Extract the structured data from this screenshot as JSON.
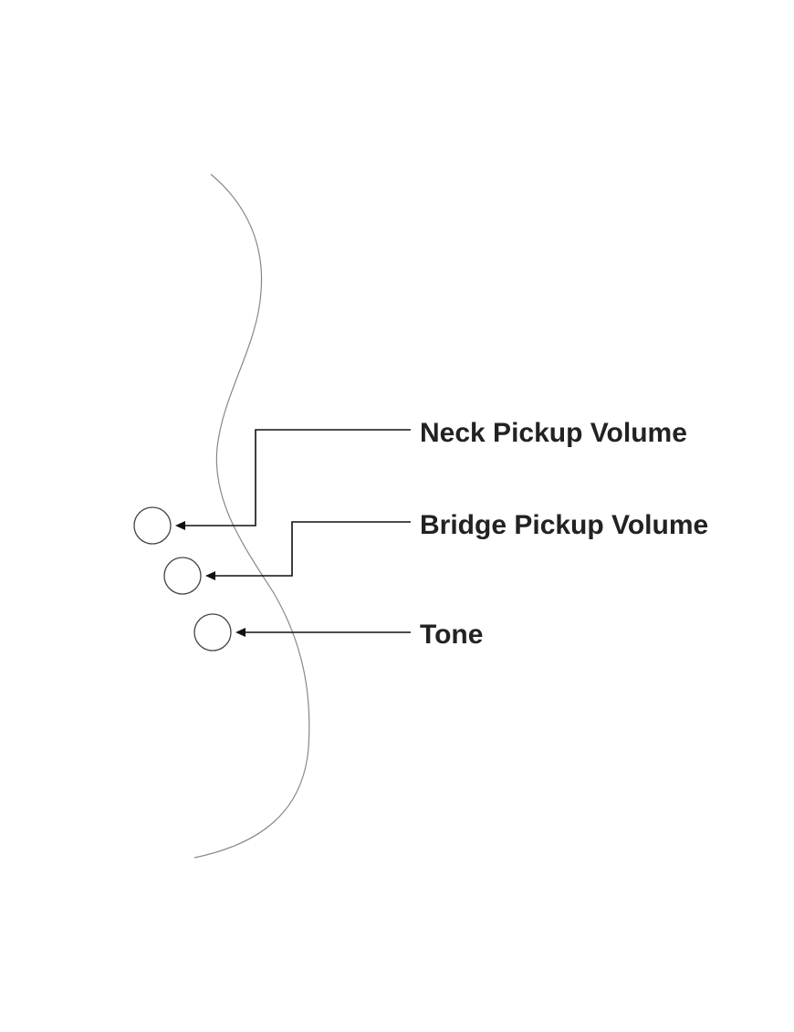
{
  "labels": {
    "neck_pickup_volume": "Neck Pickup Volume",
    "bridge_pickup_volume": "Bridge Pickup Volume",
    "tone": "Tone"
  },
  "colors": {
    "background": "#ffffff",
    "text": "#222222",
    "outline": "#888888",
    "leader": "#111111"
  }
}
